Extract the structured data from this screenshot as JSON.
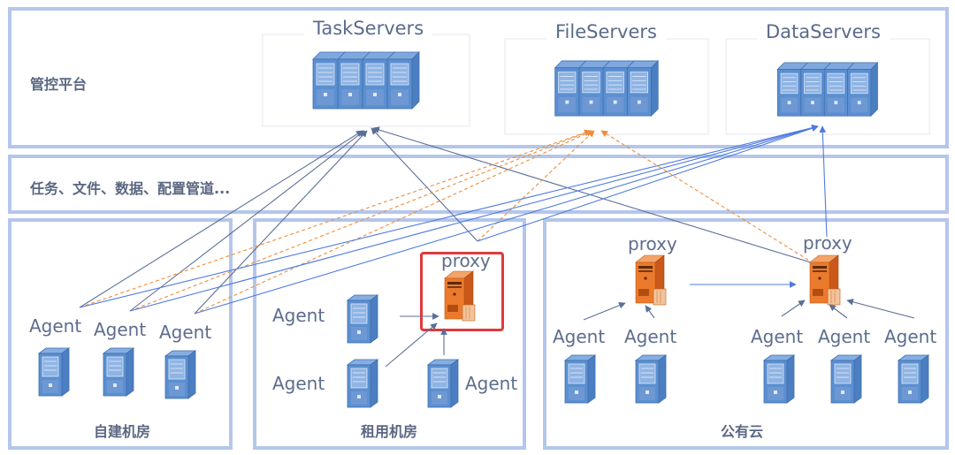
{
  "layers": {
    "control_platform": {
      "label": "管控平台",
      "groups": [
        {
          "title": "TaskServers",
          "icon": "server-rack-icon"
        },
        {
          "title": "FileServers",
          "icon": "server-rack-icon"
        },
        {
          "title": "DataServers",
          "icon": "server-rack-icon"
        }
      ]
    },
    "pipeline": {
      "label": "任务、文件、数据、配置管道..."
    },
    "zones": [
      {
        "label": "自建机房",
        "agents": [
          "Agent",
          "Agent",
          "Agent"
        ]
      },
      {
        "label": "租用机房",
        "agents": [
          "Agent",
          "Agent",
          "Agent"
        ],
        "proxy": "proxy",
        "proxy_highlighted": true
      },
      {
        "label": "公有云",
        "agents": [
          "Agent",
          "Agent",
          "Agent",
          "Agent",
          "Agent"
        ],
        "proxies": [
          "proxy",
          "proxy"
        ]
      }
    ]
  },
  "colors": {
    "panel_border": "#b4c6ec",
    "task_line": "#5b6f96",
    "file_line": "#f08c3a",
    "data_line": "#4f7be0",
    "server_blue": "#5b8fd0",
    "proxy_orange": "#ec7a2c",
    "highlight_red": "#e0393c"
  }
}
